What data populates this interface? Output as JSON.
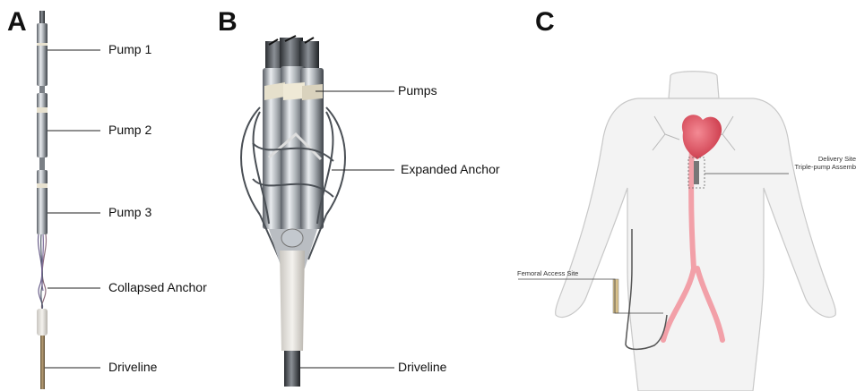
{
  "panels": {
    "a": {
      "letter": "A",
      "labels": [
        "Pump 1",
        "Pump 2",
        "Pump 3",
        "Collapsed Anchor",
        "Driveline"
      ]
    },
    "b": {
      "letter": "B",
      "labels": [
        "Pumps",
        "Expanded Anchor",
        "Driveline"
      ]
    },
    "c": {
      "letter": "C",
      "delivery_site_line1": "Delivery Site",
      "delivery_site_line2": "Triple-pump Assemb",
      "femoral_access": "Femoral Access Site"
    }
  },
  "colors": {
    "metal": "#9aa0a6",
    "heart": "#e04a5a",
    "aorta": "#f2a0a8",
    "body_outline": "#c8c8c8"
  }
}
